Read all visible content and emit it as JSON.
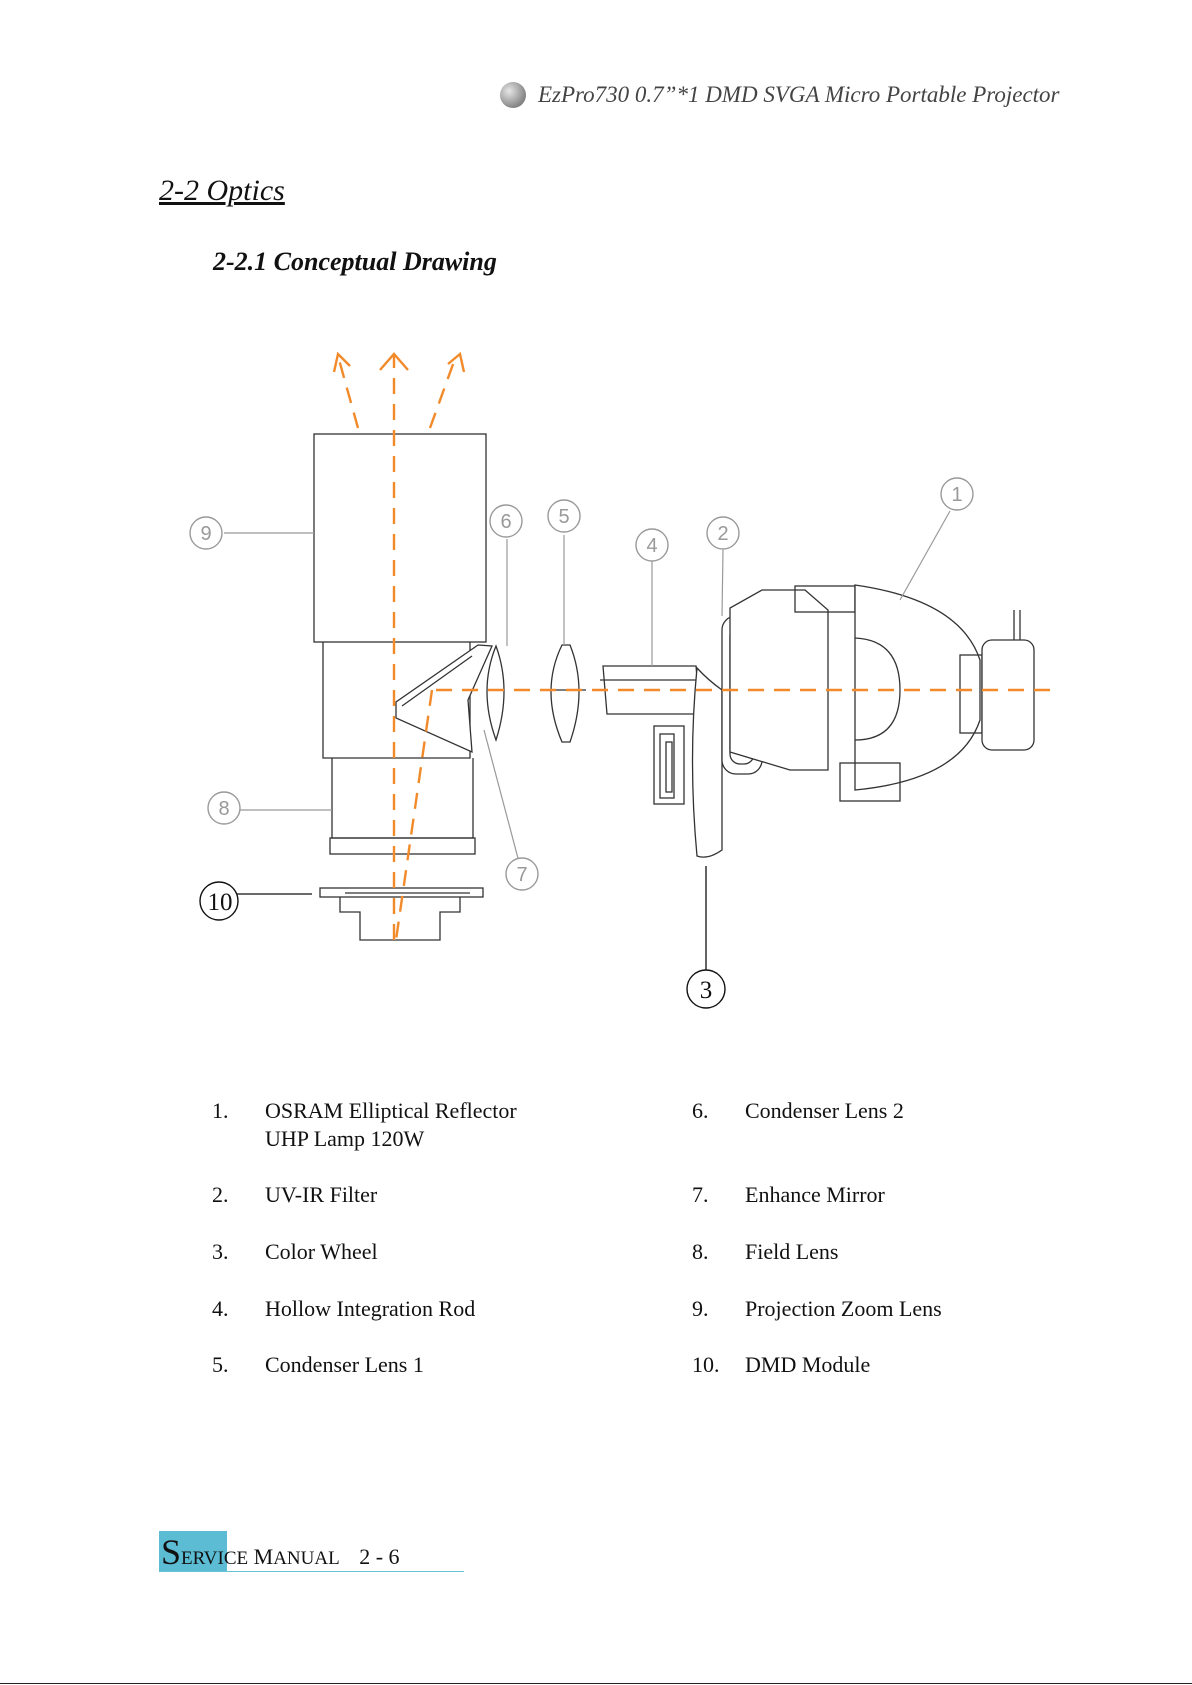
{
  "header": {
    "title": "EzPro730 0.7”*1 DMD SVGA Micro Portable Projector"
  },
  "section": {
    "title": "2-2 Optics",
    "subtitle": "2-2.1 Conceptual Drawing"
  },
  "diagram": {
    "callouts": [
      "1",
      "2",
      "3",
      "4",
      "5",
      "6",
      "7",
      "8",
      "9",
      "10"
    ],
    "colors": {
      "light_path": "#f28a2a",
      "line": "#333333",
      "faint": "#aaaaaa"
    }
  },
  "legend": {
    "left": [
      {
        "num": "1.",
        "lines": [
          "OSRAM Elliptical Reflector",
          "UHP Lamp 120W"
        ]
      },
      {
        "num": "2.",
        "lines": [
          "UV-IR Filter"
        ]
      },
      {
        "num": "3.",
        "lines": [
          "Color Wheel"
        ]
      },
      {
        "num": "4.",
        "lines": [
          "Hollow Integration Rod"
        ]
      },
      {
        "num": "5.",
        "lines": [
          "Condenser Lens 1"
        ]
      }
    ],
    "right": [
      {
        "num": "6.",
        "lines": [
          "Condenser Lens 2"
        ]
      },
      {
        "num": "7.",
        "lines": [
          "Enhance Mirror"
        ]
      },
      {
        "num": "8.",
        "lines": [
          "Field Lens"
        ]
      },
      {
        "num": "9.",
        "lines": [
          "Projection Zoom Lens"
        ]
      },
      {
        "num": "10.",
        "lines": [
          "DMD Module"
        ]
      }
    ]
  },
  "footer": {
    "cap1": "S",
    "rest1": "ERVICE",
    "cap2": "M",
    "rest2": "ANUAL",
    "page": "2 - 6",
    "accent_color": "#5bbcd3"
  }
}
